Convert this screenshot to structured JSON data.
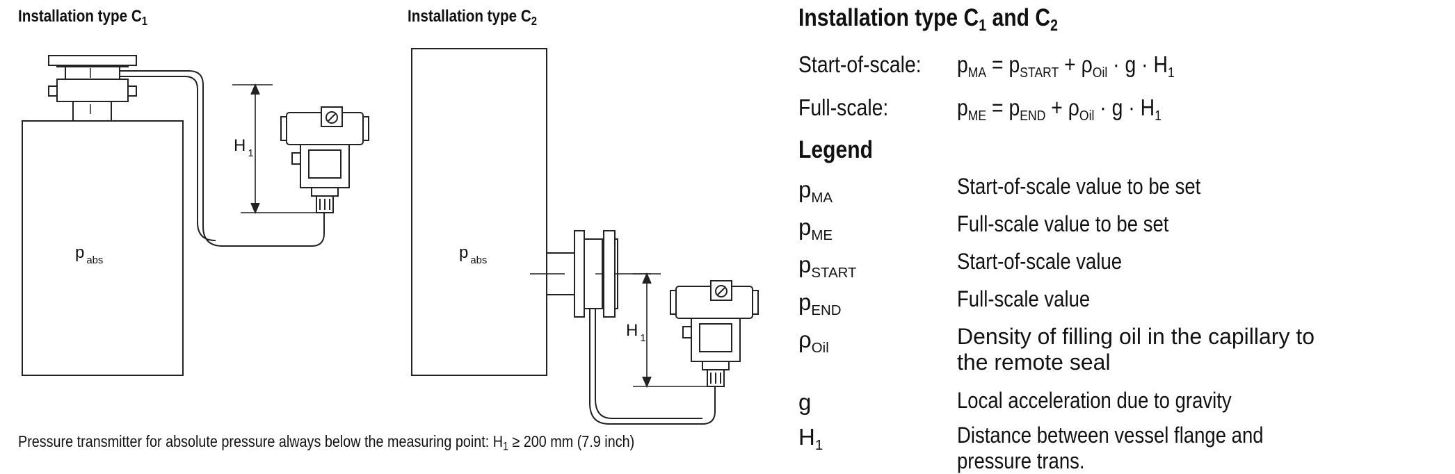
{
  "diagram_c1": {
    "title": "Installation type C",
    "title_sub": "1",
    "p_label": "p",
    "p_sub": "abs",
    "h_label": "H",
    "h_sub": "1"
  },
  "diagram_c2": {
    "title": "Installation type C",
    "title_sub": "2",
    "p_label": "p",
    "p_sub": "abs",
    "h_label": "H",
    "h_sub": "1"
  },
  "caption": {
    "text": "Pressure transmitter for absolute pressure always below the measuring point: H",
    "sub": "1",
    "rest": " ≥ 200 mm (7.9 inch)"
  },
  "heading": {
    "pre": "Installation type C",
    "s1": "1",
    "mid": " and C",
    "s2": "2"
  },
  "equations": {
    "start": {
      "label": "Start-of-scale:",
      "p": "p",
      "p_sub": "MA",
      "eq": " = p",
      "v_sub": "START",
      "plus": " + ρ",
      "rho_sub": "Oil",
      "tail": " · g · H",
      "h_sub": "1"
    },
    "full": {
      "label": "Full-scale:",
      "p": "p",
      "p_sub": "ME",
      "eq": " = p",
      "v_sub": "END",
      "plus": " + ρ",
      "rho_sub": "Oil",
      "tail": " · g · H",
      "h_sub": "1"
    }
  },
  "legend": {
    "title": "Legend",
    "items": [
      {
        "sym": "p",
        "sub": "MA",
        "desc": "Start-of-scale value to be set"
      },
      {
        "sym": "p",
        "sub": "ME",
        "desc": "Full-scale value to be set"
      },
      {
        "sym": "p",
        "sub": "START",
        "desc": "Start-of-scale value"
      },
      {
        "sym": "p",
        "sub": "END",
        "desc": "Full-scale value"
      },
      {
        "sym": "ρ",
        "sub": "Oil",
        "desc": "Density of filling oil in the capillary to the remote seal"
      },
      {
        "sym": "g",
        "sub": "",
        "desc": "Local acceleration due to gravity"
      },
      {
        "sym": "H",
        "sub": "1",
        "desc": "Distance between vessel flange and pressure trans."
      }
    ]
  }
}
